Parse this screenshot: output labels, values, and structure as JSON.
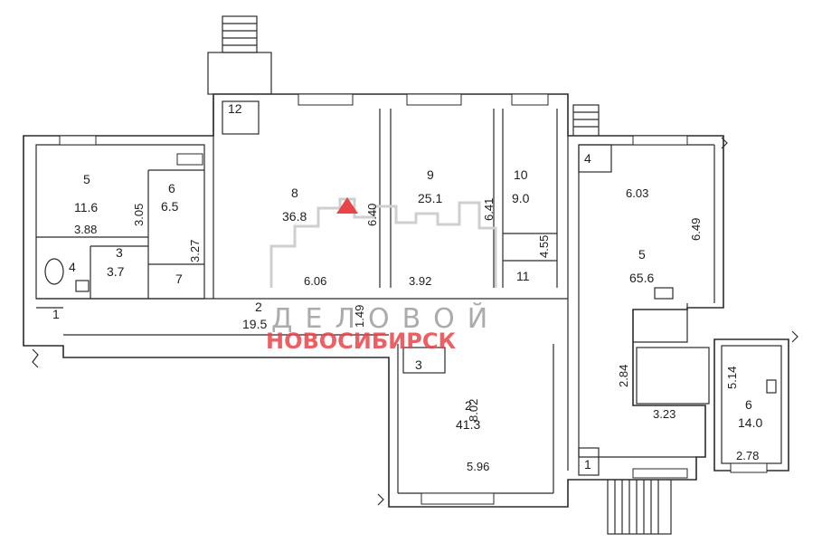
{
  "rooms": {
    "r5_left": {
      "num": "5",
      "area": "11.6"
    },
    "r6_left": {
      "num": "6",
      "area": "6.5"
    },
    "r3_left": {
      "num": "3",
      "area": "3.7"
    },
    "r4_left": {
      "num": "4"
    },
    "r7_left": {
      "num": "7"
    },
    "r12": {
      "num": "12"
    },
    "r8": {
      "num": "8",
      "area": "36.8"
    },
    "r9": {
      "num": "9",
      "area": "25.1"
    },
    "r10": {
      "num": "10",
      "area": "9.0"
    },
    "r11": {
      "num": "11"
    },
    "r1_left": {
      "num": "1"
    },
    "r2_corridor": {
      "num": "2",
      "area": "19.5"
    },
    "r3_small": {
      "num": "3"
    },
    "r2_bottom": {
      "num": "2",
      "area": "41.3"
    },
    "r4_right": {
      "num": "4"
    },
    "r5_right": {
      "num": "5",
      "area": "65.6"
    },
    "r6_right": {
      "num": "6",
      "area": "14.0"
    },
    "r1_bottom": {
      "num": "1"
    }
  },
  "dimensions": {
    "d_305": "3.05",
    "d_388": "3.88",
    "d_327": "3.27",
    "d_640": "6.40",
    "d_641": "6.41",
    "d_455": "4.55",
    "d_606": "6.06",
    "d_392": "3.92",
    "d_149": "1.49",
    "d_603": "6.03",
    "d_649": "6.49",
    "d_284": "2.84",
    "d_323": "3.23",
    "d_514": "5.14",
    "d_278": "2.78",
    "d_802": "8.02",
    "d_596": "5.96"
  },
  "watermark": {
    "line1": "ДЕЛОВОЙ",
    "line2": "НОВОСИБИРСК"
  },
  "colors": {
    "wall": "#2b2b2b",
    "brand_red": "#e8454a",
    "brand_gray": "#8f8f8f"
  }
}
